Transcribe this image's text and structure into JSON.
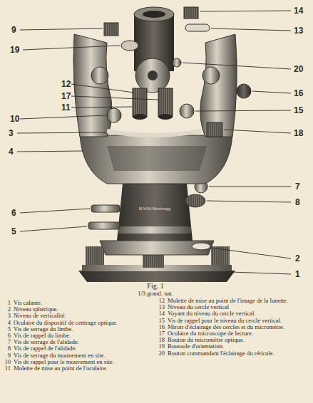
{
  "diagram": {
    "caption": "Fig. 1",
    "labels": [
      "9",
      "19",
      "12",
      "17",
      "11",
      "10",
      "3",
      "4",
      "6",
      "5",
      "14",
      "13",
      "20",
      "16",
      "15",
      "18",
      "7",
      "8",
      "2",
      "1",
      "H.Wild Heerbrugg",
      "1/3 grand. nat.",
      "1",
      "Vis calante.",
      "2",
      "Niveau sphérique.",
      "3",
      "Niveau de verticalité.",
      "4",
      "Oculaire du dispositif de centrage optique.",
      "5",
      "Vis de serrage du limbe.",
      "6",
      "Vis de rappel du limbe.",
      "7",
      "Vis de serrage de l'alidade.",
      "8",
      "Vis de rappel de l'alidade.",
      "9",
      "Vis de serrage du mouvement en site.",
      "10",
      "Vis de rappel pour le mouvement en site.",
      "11",
      "Molette de mise au point de l'oculaire.",
      "12",
      "Molette de mise au point de l'image de la lunette.",
      "13",
      "Niveau du cercle vertical",
      "14",
      "Voyant du niveau du cercle vertical.",
      "15",
      "Vis de rappel pour le niveau du cercle vertical.",
      "16",
      "Miroir d'éclairage des cercles et du micromètre.",
      "17",
      "Oculaire du microscope de lecture.",
      "18",
      "Bouton du micromètre optique.",
      "19",
      "Boussole d'orientation.",
      "20",
      "Bouton commandant l'éclairage du réticule."
    ]
  }
}
